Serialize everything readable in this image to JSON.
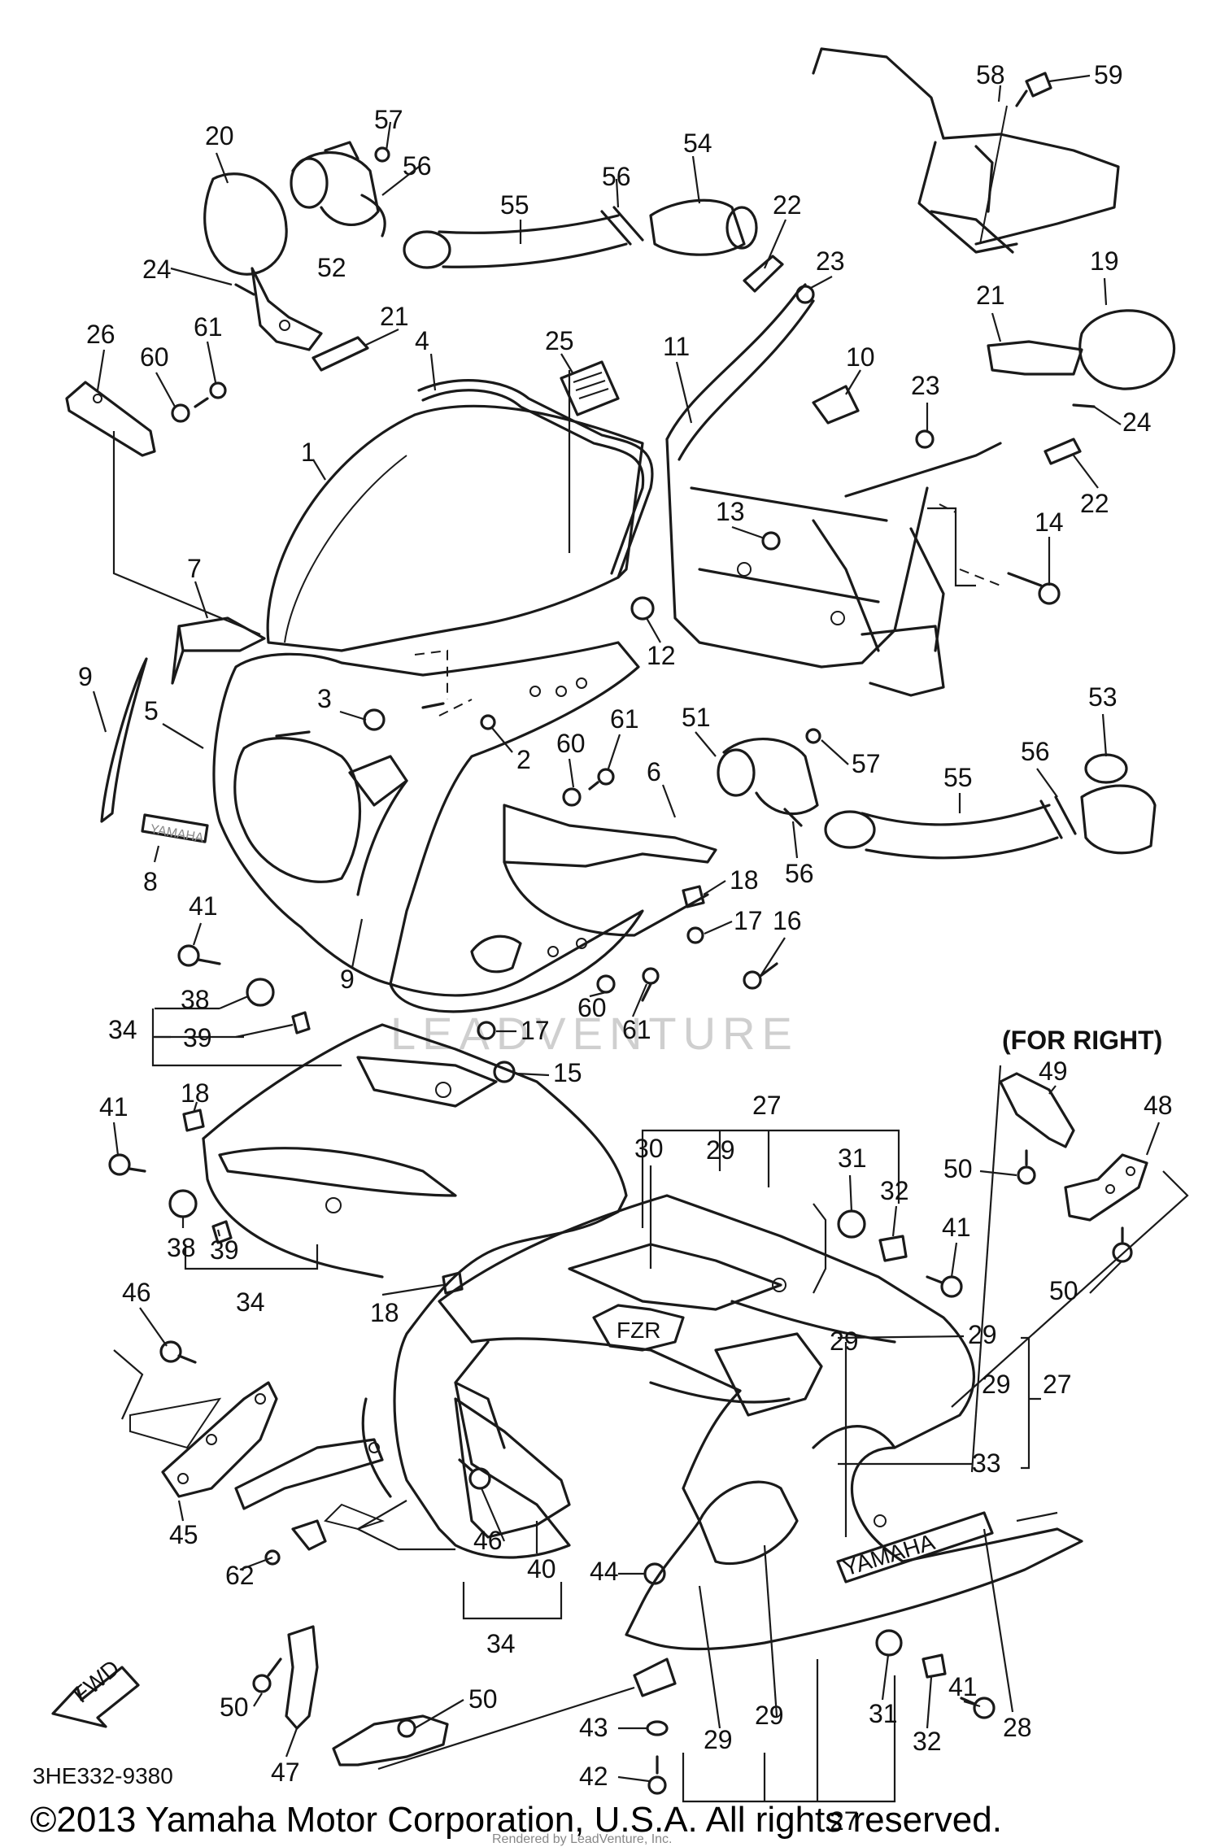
{
  "diagram": {
    "note_for_right": "(FOR RIGHT)",
    "fwd_arrow_text": "FWD",
    "figure_code": "3HE332-9380",
    "brand_decal_text": "YAMAHA",
    "model_decal_text": "FZR",
    "small_decal_text": "YAMAHA",
    "watermark": "LEADVENTURE",
    "copyright": "©2013 Yamaha Motor Corporation, U.S.A. All rights reserved.",
    "rendered_by": "Rendered by LeadVenture, Inc.",
    "callouts": {
      "c1": "1",
      "c2": "2",
      "c3": "3",
      "c4": "4",
      "c5": "5",
      "c6": "6",
      "c7": "7",
      "c8": "8",
      "c9a": "9",
      "c9b": "9",
      "c10": "10",
      "c11": "11",
      "c12": "12",
      "c13": "13",
      "c14": "14",
      "c15": "15",
      "c16": "16",
      "c17a": "17",
      "c17b": "17",
      "c18a": "18",
      "c18b": "18",
      "c18c": "18",
      "c19": "19",
      "c20": "20",
      "c21a": "21",
      "c21b": "21",
      "c22a": "22",
      "c22b": "22",
      "c23a": "23",
      "c23b": "23",
      "c24a": "24",
      "c24b": "24",
      "c25": "25",
      "c26": "26",
      "c27a": "27",
      "c27b": "27",
      "c27c": "27",
      "c28": "28",
      "c29a": "29",
      "c29b": "29",
      "c29c": "29",
      "c29d": "29",
      "c29e": "29",
      "c29f": "29",
      "c30": "30",
      "c31a": "31",
      "c31b": "31",
      "c32a": "32",
      "c32b": "32",
      "c33": "33",
      "c34a": "34",
      "c34b": "34",
      "c34c": "34",
      "c38a": "38",
      "c38b": "38",
      "c39a": "39",
      "c39b": "39",
      "c40": "40",
      "c41a": "41",
      "c41b": "41",
      "c41c": "41",
      "c41d": "41",
      "c42": "42",
      "c43": "43",
      "c44": "44",
      "c45": "45",
      "c46a": "46",
      "c46b": "46",
      "c47": "47",
      "c48": "48",
      "c49": "49",
      "c50a": "50",
      "c50b": "50",
      "c50c": "50",
      "c50d": "50",
      "c51": "51",
      "c52": "52",
      "c53": "53",
      "c54": "54",
      "c55a": "55",
      "c55b": "55",
      "c56a": "56",
      "c56b": "56",
      "c56c": "56",
      "c56d": "56",
      "c57a": "57",
      "c57b": "57",
      "c58": "58",
      "c59": "59",
      "c60a": "60",
      "c60b": "60",
      "c60c": "60",
      "c61a": "61",
      "c61b": "61",
      "c61c": "61",
      "c62": "62"
    }
  }
}
